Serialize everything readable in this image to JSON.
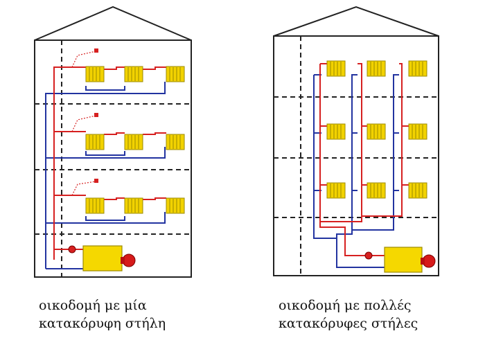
{
  "colors": {
    "outline": "#222222",
    "supply_pipe": "#d62020",
    "return_pipe": "#2233a0",
    "radiator": "#f2d200",
    "radiator_edge": "#9b8a00",
    "boiler": "#f5d800",
    "burner": "#d61a1a",
    "background": "#ffffff"
  },
  "buildings": [
    {
      "id": "single-riser",
      "caption_lines": [
        "οικοδομή με μία",
        "κατακόρυφη στήλη"
      ],
      "floors": 3,
      "radiators_per_floor": 3,
      "has_expansion_vessel_per_floor": true
    },
    {
      "id": "multi-riser",
      "caption_lines": [
        "οικοδομή με πολλές",
        "κατακόρυφες στήλες"
      ],
      "risers": 3,
      "radiators_per_riser": 3
    }
  ],
  "icons": [
    "radiator-icon",
    "boiler-icon",
    "burner-icon",
    "circulation-pump-icon",
    "expansion-vessel-icon"
  ]
}
